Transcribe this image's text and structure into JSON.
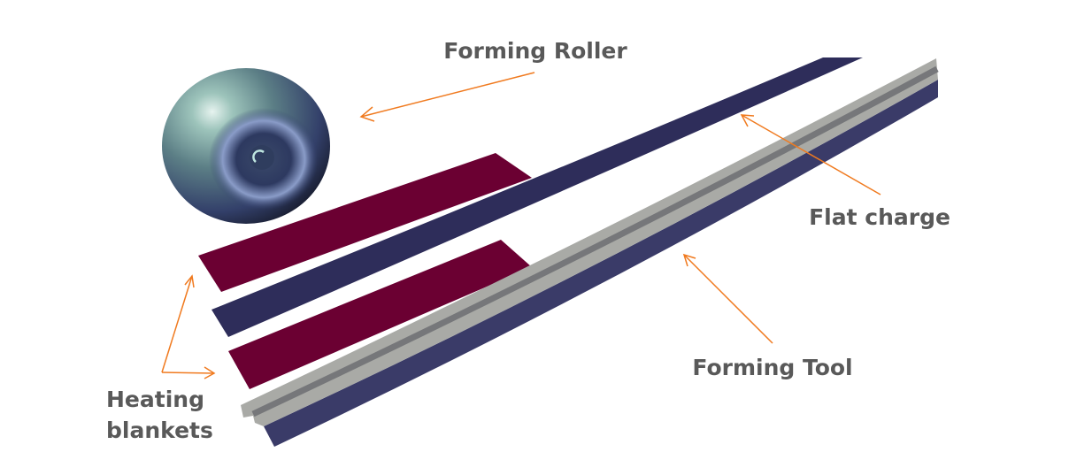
{
  "labels": {
    "forming_roller": "Forming Roller",
    "flat_charge": "Flat charge",
    "forming_tool": "Forming Tool",
    "heating_blankets_line1": "Heating",
    "heating_blankets_line2": "blankets"
  },
  "colors": {
    "label_text": "#595959",
    "arrow": "#f07a1f",
    "heating_blanket": "#6b0032",
    "flat_charge": "#2e2d5a",
    "forming_tool_top": "#a9aaa6",
    "forming_tool_side": "#3a3b68",
    "forming_tool_groove": "#76777a"
  }
}
